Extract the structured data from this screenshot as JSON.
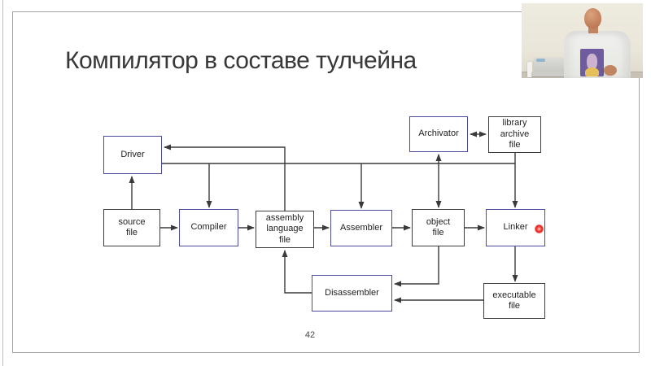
{
  "page": {
    "title": "Компилятор в составе тулчейна",
    "page_number": "42"
  },
  "colors": {
    "tool_node_border": "#4c4c9e",
    "file_node_border": "#3c3c3c",
    "connector_line": "#3a3a3a",
    "laser_pointer": "#e02a22",
    "slide_border": "#a3a3a3"
  },
  "diagram": {
    "nodes": [
      {
        "id": "driver",
        "label": "Driver",
        "type": "tool"
      },
      {
        "id": "source-file",
        "label": "source\nfile",
        "type": "file"
      },
      {
        "id": "compiler",
        "label": "Compiler",
        "type": "tool"
      },
      {
        "id": "assembly-language-file",
        "label": "assembly\nlanguage\nfile",
        "type": "file"
      },
      {
        "id": "assembler",
        "label": "Assembler",
        "type": "tool"
      },
      {
        "id": "object-file",
        "label": "object\nfile",
        "type": "file"
      },
      {
        "id": "linker",
        "label": "Linker",
        "type": "tool"
      },
      {
        "id": "archivator",
        "label": "Archivator",
        "type": "tool"
      },
      {
        "id": "library-archive-file",
        "label": "library\narchive\nfile",
        "type": "file"
      },
      {
        "id": "disassembler",
        "label": "Disassembler",
        "type": "tool"
      },
      {
        "id": "executable-file",
        "label": "executable\nfile",
        "type": "file"
      }
    ],
    "edges": [
      {
        "from": "source-file",
        "to": "driver"
      },
      {
        "from": "assembly-language-file",
        "to": "driver"
      },
      {
        "from": "driver",
        "to": "compiler"
      },
      {
        "from": "driver",
        "to": "assembler"
      },
      {
        "from": "driver",
        "to": "object-file"
      },
      {
        "from": "object-file",
        "to": "archivator"
      },
      {
        "from": "library-archive-file",
        "to": "linker"
      },
      {
        "from": "archivator",
        "to": "library-archive-file",
        "bidirectional": true
      },
      {
        "from": "source-file",
        "to": "compiler"
      },
      {
        "from": "compiler",
        "to": "assembly-language-file"
      },
      {
        "from": "assembly-language-file",
        "to": "assembler"
      },
      {
        "from": "assembler",
        "to": "object-file"
      },
      {
        "from": "object-file",
        "to": "linker"
      },
      {
        "from": "linker",
        "to": "executable-file"
      },
      {
        "from": "object-file",
        "to": "disassembler"
      },
      {
        "from": "executable-file",
        "to": "disassembler"
      },
      {
        "from": "disassembler",
        "to": "assembly-language-file"
      }
    ]
  },
  "webcam": {
    "description": "presenter standing at a desk with an open laptop"
  }
}
